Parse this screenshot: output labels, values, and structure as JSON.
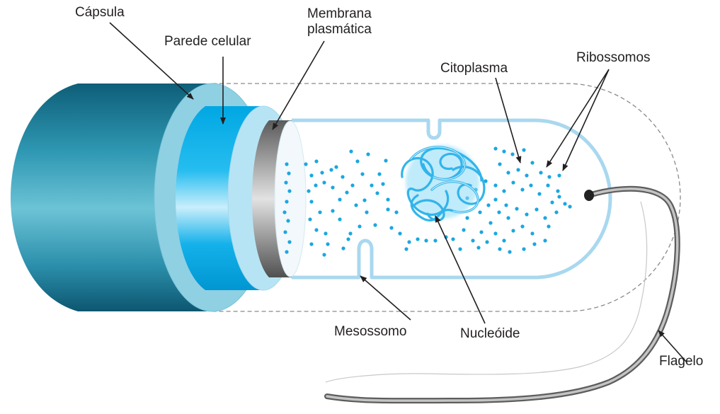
{
  "labels": {
    "capsula": "Cápsula",
    "parede_celular": "Parede celular",
    "membrana_line1": "Membrana",
    "membrana_line2": "plasmática",
    "citoplasma": "Citoplasma",
    "ribossomos": "Ribossomos",
    "mesossomo": "Mesossomo",
    "nucleoide": "Nucleóide",
    "flagelo": "Flagelo"
  },
  "colors": {
    "capsule_dark": "#0f5f78",
    "capsule_light": "#53b6cc",
    "wall_cyan": "#00a9e6",
    "membrane_gray": "#8c8c8c",
    "cytoplasm_outline": "#aad8ee",
    "ribosome_blue": "#1aa7e0",
    "nucleoid_blue": "#35b7ea",
    "text": "#231f20"
  }
}
